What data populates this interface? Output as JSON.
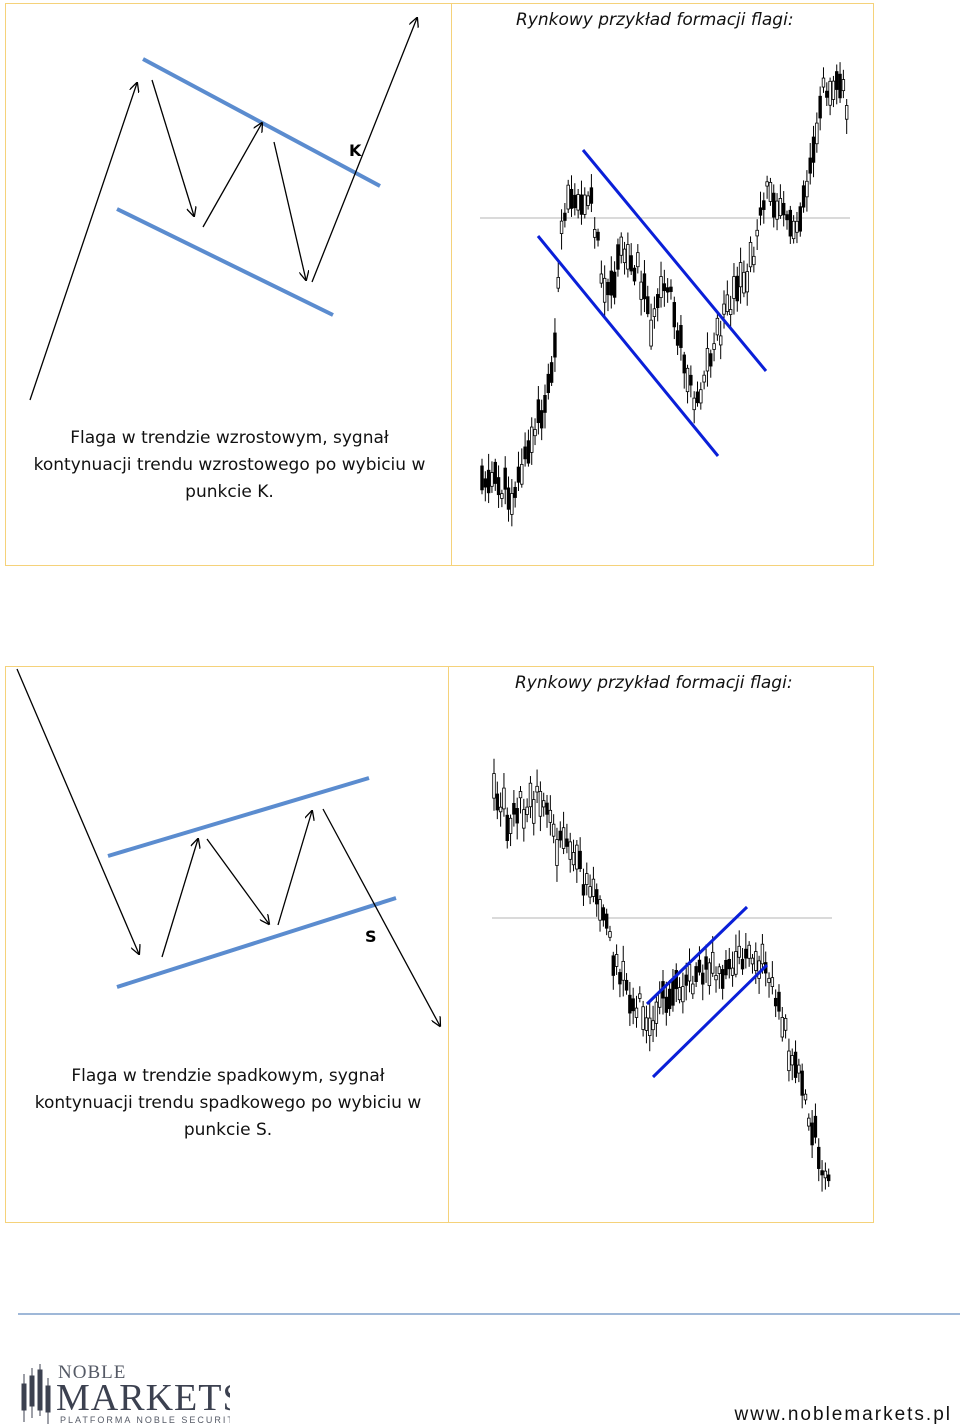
{
  "panels": {
    "top_left": {
      "point_label": "K",
      "caption_lines": [
        "Flaga w trendzie wzrostowym, sygnał",
        "kontynuacji trendu wzrostowego po wybiciu w",
        "punkcie K."
      ]
    },
    "top_right": {
      "title": "Rynkowy przykład formacji flagi:"
    },
    "bottom_left": {
      "point_label": "S",
      "caption_lines": [
        "Flaga w trendzie spadkowym, sygnał",
        "kontynuacji trendu spadkowego po wybiciu w",
        "punkcie S."
      ]
    },
    "bottom_right": {
      "title": "Rynkowy przykład formacji flagi:"
    }
  },
  "colors": {
    "channel_blue": "#5b8ccf",
    "market_channel": "#0a1fd8",
    "panel_border": "#f5d27a",
    "footer_line": "#9fb8d8"
  },
  "footer": {
    "logo_noble": "NOBLE",
    "logo_markets": "MARKETS",
    "logo_subtitle": "PLATFORMA NOBLE SECURITIES",
    "url": "www.noblemarkets.pl"
  }
}
